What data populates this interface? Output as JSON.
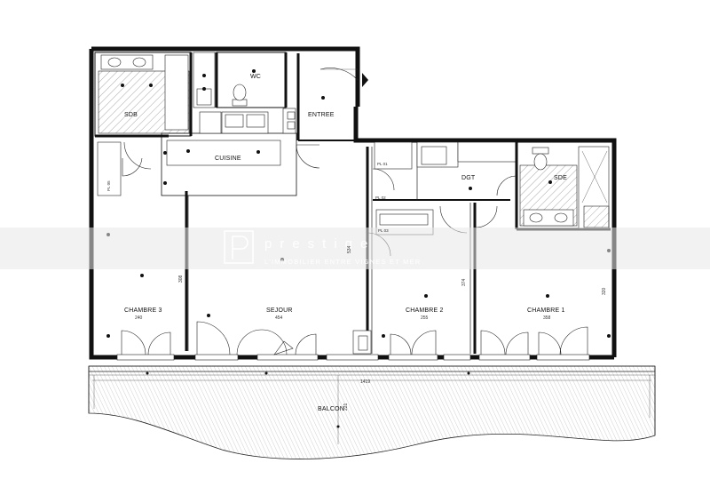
{
  "rooms": {
    "sdb": "SDB",
    "wc": "WC",
    "entree": "ENTREE",
    "cuisine": "CUISINE",
    "dgt": "DGT",
    "sde": "SDE",
    "chambre3": "CHAMBRE 3",
    "sejour": "SEJOUR",
    "chambre2": "CHAMBRE 2",
    "chambre1": "CHAMBRE 1",
    "balcon": "BALCON"
  },
  "dimensions": {
    "chambre3_width": "240",
    "sejour_width": "454",
    "chambre2_width": "255",
    "chambre1_width": "358",
    "balcon_length": "1419",
    "balcon_depth": "221",
    "chambre3_depth": "308",
    "sejour_depth": "534",
    "chambre2_depth": "374",
    "chambre1_depth": "320"
  },
  "annotations": {
    "pl1": "PL 01",
    "pl2": "PL 02",
    "pl3": "PL 03",
    "pl4": "PL 05"
  },
  "watermark": {
    "brand": "prestige",
    "tagline": "L'IMMOBILIER ENTRE VIGNES ET MER"
  },
  "colors": {
    "walls": "#111111",
    "background": "#ffffff",
    "watermark_band": "#e7e7e7"
  }
}
